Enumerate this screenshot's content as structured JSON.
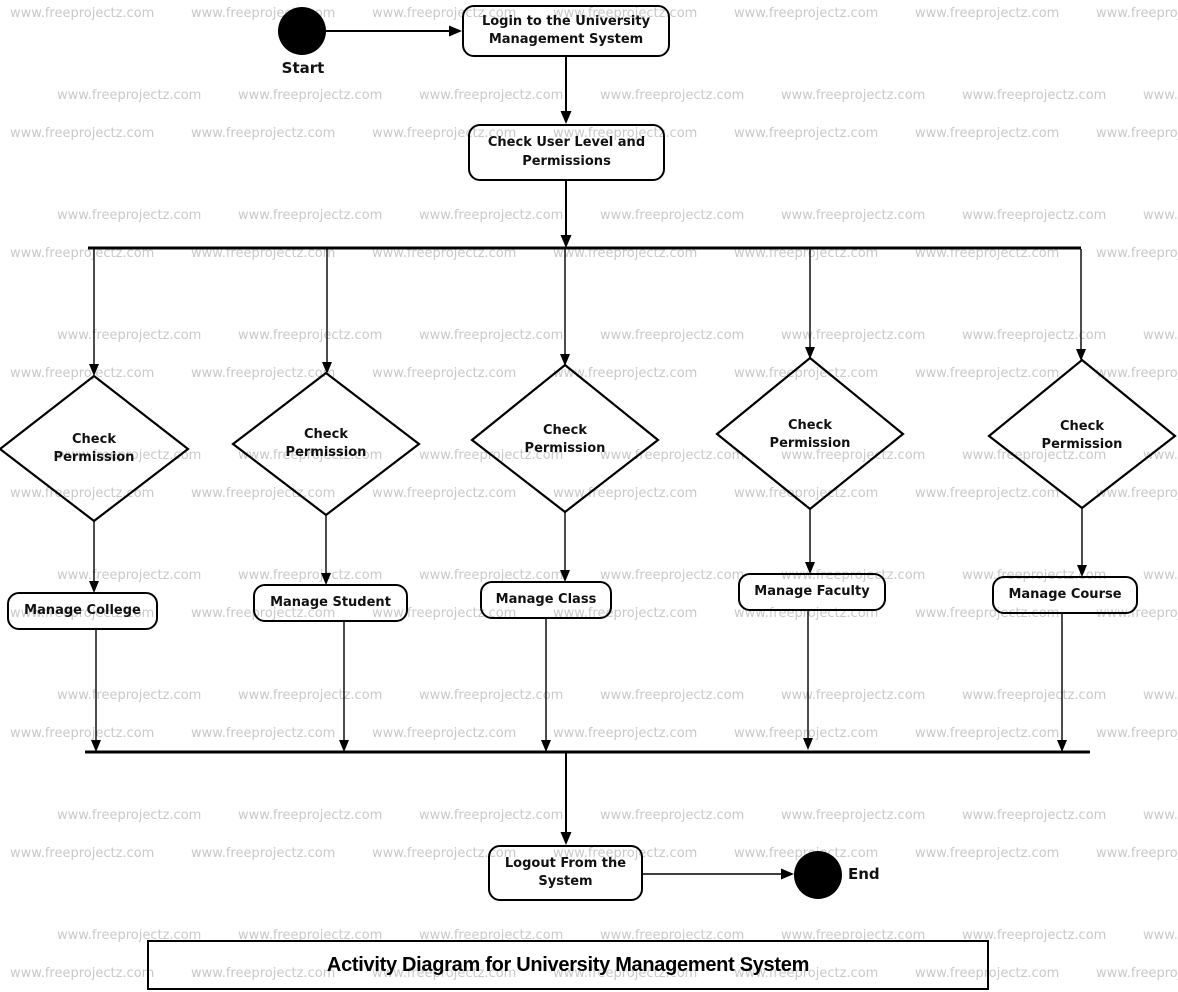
{
  "page": {
    "background_color": "#ffffff",
    "ink_color": "#000000",
    "text_color": "#111111"
  },
  "watermark": {
    "text": "www.freeprojectz.com",
    "color": "#c9c9c9"
  },
  "title": {
    "label": "Activity Diagram for University Management System"
  },
  "flow": {
    "start_label": "Start",
    "end_label": "End",
    "login_label": "Login to the University Management System",
    "check_user_label": "Check User Level and Permissions",
    "logout_label": "Logout From the System"
  },
  "decisions": [
    {
      "label": "Check Permission"
    },
    {
      "label": "Check Permission"
    },
    {
      "label": "Check Permission"
    },
    {
      "label": "Check Permission"
    },
    {
      "label": "Check Permission"
    }
  ],
  "actions": [
    {
      "label": "Manage College"
    },
    {
      "label": "Manage Student"
    },
    {
      "label": "Manage Class"
    },
    {
      "label": "Manage Faculty"
    },
    {
      "label": "Manage Course"
    }
  ]
}
